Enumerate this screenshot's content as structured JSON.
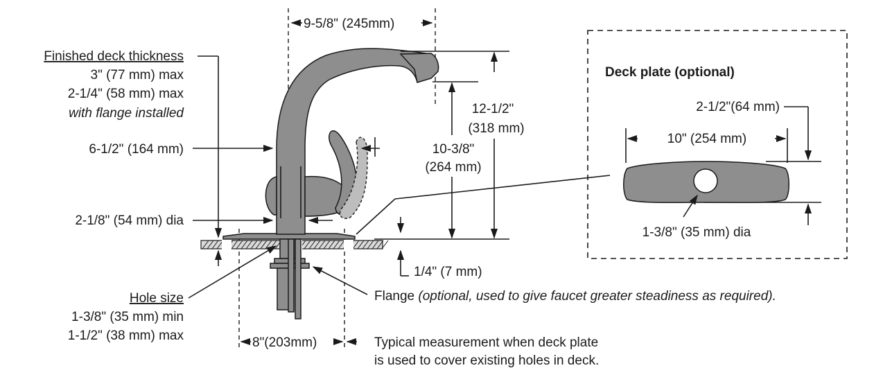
{
  "labels": {
    "width_top": "9-5/8\" (245mm)",
    "deck_thickness_title": "Finished deck thickness",
    "deck_thickness_max": "3\" (77 mm) max",
    "deck_thickness_flange": "2-1/4\" (58 mm) max",
    "deck_thickness_flange_note": "with flange installed",
    "body_width": "6-1/2\" (164 mm)",
    "base_dia": "2-1/8\" (54 mm) dia",
    "total_height_1": "12-1/2\"",
    "total_height_2": "(318 mm)",
    "spout_height_1": "10-3/8\"",
    "spout_height_2": "(264 mm)",
    "plate_thickness": "1/4\" (7 mm)",
    "hole_size_title": "Hole size",
    "hole_size_min": "1-3/8\" (35 mm) min",
    "hole_size_max": "1-1/2\" (38 mm) max",
    "flange_label": "Flange",
    "flange_note": "(optional, used to give faucet greater steadiness as required).",
    "spread_width": "8\"(203mm)",
    "typical_1": "Typical measurement when deck plate",
    "typical_2": "is used to cover existing holes in deck."
  },
  "deck_plate": {
    "title": "Deck plate (optional)",
    "plate_depth": "2-1/2\"(64 mm)",
    "plate_length": "10\" (254 mm)",
    "hole_dia": "1-3/8\" (35 mm) dia"
  }
}
